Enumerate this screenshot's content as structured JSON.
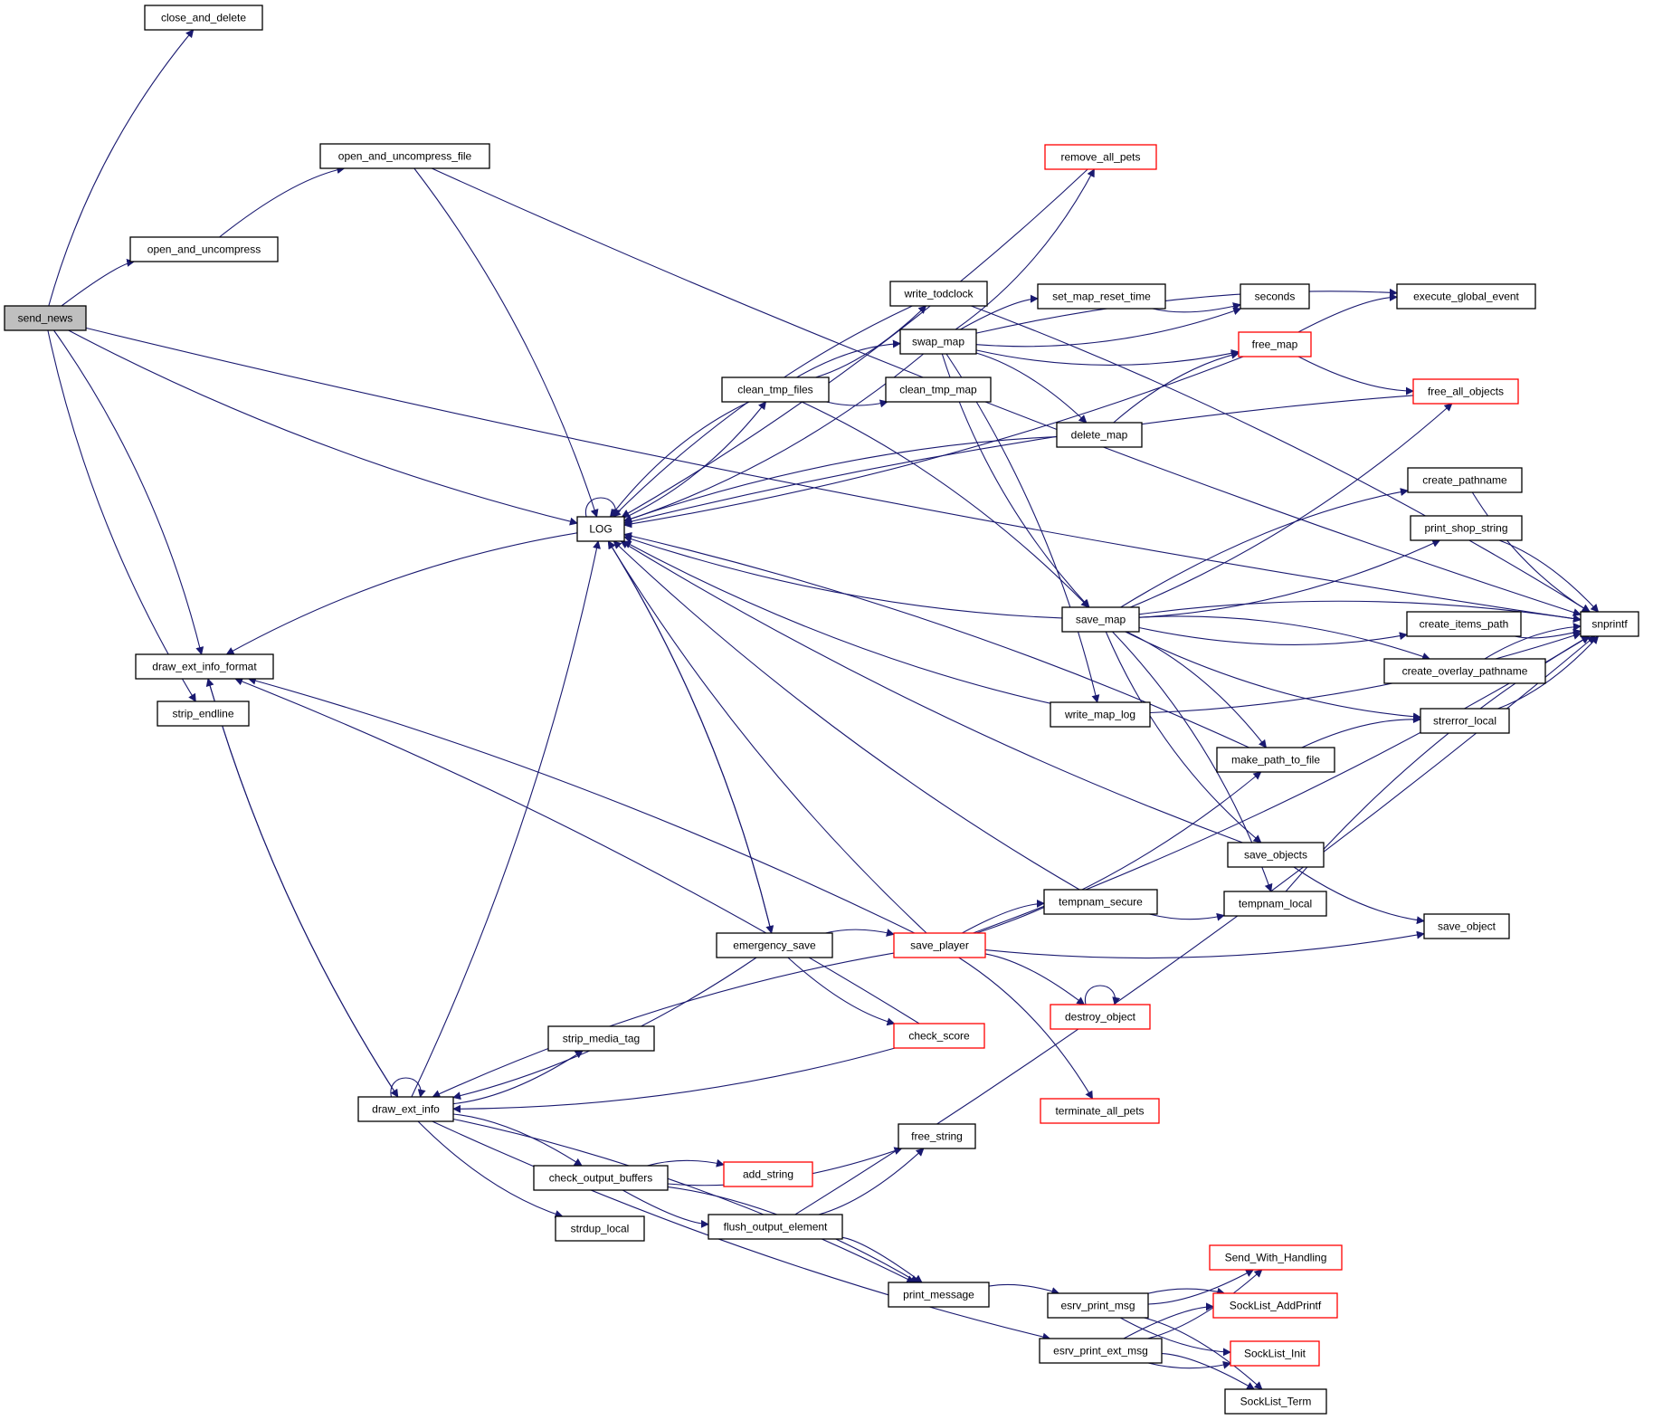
{
  "colors": {
    "edge": "#191970",
    "border_normal": "#000000",
    "border_truncated": "#ff0000",
    "root_fill": "#bfbfbf",
    "fill": "#ffffff"
  },
  "nodes": [
    {
      "id": "send_news",
      "label": "send_news",
      "root": true
    },
    {
      "id": "close_and_delete",
      "label": "close_and_delete"
    },
    {
      "id": "open_and_uncompress",
      "label": "open_and_uncompress"
    },
    {
      "id": "open_and_uncompress_file",
      "label": "open_and_uncompress_file"
    },
    {
      "id": "draw_ext_info_format",
      "label": "draw_ext_info_format"
    },
    {
      "id": "strip_endline",
      "label": "strip_endline"
    },
    {
      "id": "draw_ext_info",
      "label": "draw_ext_info"
    },
    {
      "id": "LOG",
      "label": "LOG"
    },
    {
      "id": "remove_all_pets",
      "label": "remove_all_pets",
      "truncated": true
    },
    {
      "id": "write_todclock",
      "label": "write_todclock"
    },
    {
      "id": "swap_map",
      "label": "swap_map"
    },
    {
      "id": "clean_tmp_files",
      "label": "clean_tmp_files"
    },
    {
      "id": "clean_tmp_map",
      "label": "clean_tmp_map"
    },
    {
      "id": "set_map_reset_time",
      "label": "set_map_reset_time"
    },
    {
      "id": "seconds",
      "label": "seconds"
    },
    {
      "id": "execute_global_event",
      "label": "execute_global_event"
    },
    {
      "id": "free_map",
      "label": "free_map",
      "truncated": true
    },
    {
      "id": "free_all_objects",
      "label": "free_all_objects",
      "truncated": true
    },
    {
      "id": "delete_map",
      "label": "delete_map"
    },
    {
      "id": "create_pathname",
      "label": "create_pathname"
    },
    {
      "id": "print_shop_string",
      "label": "print_shop_string"
    },
    {
      "id": "snprintf",
      "label": "snprintf"
    },
    {
      "id": "save_map",
      "label": "save_map"
    },
    {
      "id": "create_items_path",
      "label": "create_items_path"
    },
    {
      "id": "create_overlay_pathname",
      "label": "create_overlay_pathname"
    },
    {
      "id": "write_map_log",
      "label": "write_map_log"
    },
    {
      "id": "strerror_local",
      "label": "strerror_local"
    },
    {
      "id": "make_path_to_file",
      "label": "make_path_to_file"
    },
    {
      "id": "save_objects",
      "label": "save_objects"
    },
    {
      "id": "tempnam_secure",
      "label": "tempnam_secure"
    },
    {
      "id": "tempnam_local",
      "label": "tempnam_local"
    },
    {
      "id": "emergency_save",
      "label": "emergency_save"
    },
    {
      "id": "save_player",
      "label": "save_player",
      "truncated": true
    },
    {
      "id": "save_object",
      "label": "save_object"
    },
    {
      "id": "destroy_object",
      "label": "destroy_object",
      "truncated": true
    },
    {
      "id": "check_score",
      "label": "check_score",
      "truncated": true
    },
    {
      "id": "strip_media_tag",
      "label": "strip_media_tag"
    },
    {
      "id": "terminate_all_pets",
      "label": "terminate_all_pets",
      "truncated": true
    },
    {
      "id": "free_string",
      "label": "free_string"
    },
    {
      "id": "check_output_buffers",
      "label": "check_output_buffers"
    },
    {
      "id": "add_string",
      "label": "add_string",
      "truncated": true
    },
    {
      "id": "strdup_local",
      "label": "strdup_local"
    },
    {
      "id": "flush_output_element",
      "label": "flush_output_element"
    },
    {
      "id": "print_message",
      "label": "print_message"
    },
    {
      "id": "esrv_print_msg",
      "label": "esrv_print_msg"
    },
    {
      "id": "esrv_print_ext_msg",
      "label": "esrv_print_ext_msg"
    },
    {
      "id": "Send_With_Handling",
      "label": "Send_With_Handling",
      "truncated": true
    },
    {
      "id": "SockList_AddPrintf",
      "label": "SockList_AddPrintf",
      "truncated": true
    },
    {
      "id": "SockList_Init",
      "label": "SockList_Init",
      "truncated": true
    },
    {
      "id": "SockList_Term",
      "label": "SockList_Term"
    }
  ],
  "edges": [
    [
      "send_news",
      "close_and_delete"
    ],
    [
      "send_news",
      "snprintf"
    ],
    [
      "send_news",
      "open_and_uncompress"
    ],
    [
      "send_news",
      "LOG"
    ],
    [
      "send_news",
      "draw_ext_info_format"
    ],
    [
      "send_news",
      "strip_endline"
    ],
    [
      "open_and_uncompress",
      "open_and_uncompress_file"
    ],
    [
      "open_and_uncompress_file",
      "snprintf"
    ],
    [
      "open_and_uncompress_file",
      "LOG"
    ],
    [
      "draw_ext_info_format",
      "draw_ext_info"
    ],
    [
      "draw_ext_info",
      "draw_ext_info"
    ],
    [
      "draw_ext_info",
      "LOG"
    ],
    [
      "draw_ext_info",
      "draw_ext_info_format"
    ],
    [
      "draw_ext_info",
      "strip_media_tag"
    ],
    [
      "draw_ext_info",
      "check_output_buffers"
    ],
    [
      "draw_ext_info",
      "strdup_local"
    ],
    [
      "draw_ext_info",
      "print_message"
    ],
    [
      "draw_ext_info",
      "esrv_print_ext_msg"
    ],
    [
      "LOG",
      "LOG"
    ],
    [
      "LOG",
      "clean_tmp_files"
    ],
    [
      "LOG",
      "emergency_save"
    ],
    [
      "LOG",
      "draw_ext_info_format"
    ],
    [
      "remove_all_pets",
      "LOG"
    ],
    [
      "write_todclock",
      "LOG"
    ],
    [
      "write_todclock",
      "snprintf"
    ],
    [
      "clean_tmp_files",
      "write_todclock"
    ],
    [
      "clean_tmp_files",
      "swap_map"
    ],
    [
      "clean_tmp_files",
      "clean_tmp_map"
    ],
    [
      "clean_tmp_files",
      "save_map"
    ],
    [
      "clean_tmp_files",
      "LOG"
    ],
    [
      "swap_map",
      "LOG"
    ],
    [
      "swap_map",
      "remove_all_pets"
    ],
    [
      "swap_map",
      "set_map_reset_time"
    ],
    [
      "swap_map",
      "seconds"
    ],
    [
      "swap_map",
      "execute_global_event"
    ],
    [
      "swap_map",
      "free_map"
    ],
    [
      "swap_map",
      "delete_map"
    ],
    [
      "swap_map",
      "save_map"
    ],
    [
      "swap_map",
      "write_map_log"
    ],
    [
      "set_map_reset_time",
      "seconds"
    ],
    [
      "free_map",
      "execute_global_event"
    ],
    [
      "free_map",
      "free_all_objects"
    ],
    [
      "free_map",
      "LOG"
    ],
    [
      "free_all_objects",
      "LOG"
    ],
    [
      "delete_map",
      "free_map"
    ],
    [
      "delete_map",
      "LOG"
    ],
    [
      "save_map",
      "LOG"
    ],
    [
      "save_map",
      "free_all_objects"
    ],
    [
      "save_map",
      "create_pathname"
    ],
    [
      "save_map",
      "print_shop_string"
    ],
    [
      "save_map",
      "snprintf"
    ],
    [
      "save_map",
      "create_items_path"
    ],
    [
      "save_map",
      "create_overlay_pathname"
    ],
    [
      "save_map",
      "strerror_local"
    ],
    [
      "save_map",
      "make_path_to_file"
    ],
    [
      "save_map",
      "save_objects"
    ],
    [
      "save_map",
      "tempnam_local"
    ],
    [
      "create_pathname",
      "snprintf"
    ],
    [
      "print_shop_string",
      "snprintf"
    ],
    [
      "create_items_path",
      "snprintf"
    ],
    [
      "create_overlay_pathname",
      "snprintf"
    ],
    [
      "strerror_local",
      "snprintf"
    ],
    [
      "make_path_to_file",
      "strerror_local"
    ],
    [
      "make_path_to_file",
      "LOG"
    ],
    [
      "write_map_log",
      "LOG"
    ],
    [
      "write_map_log",
      "snprintf"
    ],
    [
      "save_objects",
      "LOG"
    ],
    [
      "save_objects",
      "save_object"
    ],
    [
      "tempnam_secure",
      "LOG"
    ],
    [
      "tempnam_secure",
      "tempnam_local"
    ],
    [
      "tempnam_local",
      "snprintf"
    ],
    [
      "emergency_save",
      "LOG"
    ],
    [
      "emergency_save",
      "save_player"
    ],
    [
      "emergency_save",
      "check_score"
    ],
    [
      "emergency_save",
      "draw_ext_info"
    ],
    [
      "save_player",
      "draw_ext_info_format"
    ],
    [
      "save_player",
      "LOG"
    ],
    [
      "save_player",
      "make_path_to_file"
    ],
    [
      "save_player",
      "tempnam_secure"
    ],
    [
      "save_player",
      "save_object"
    ],
    [
      "save_player",
      "destroy_object"
    ],
    [
      "save_player",
      "snprintf"
    ],
    [
      "save_player",
      "terminate_all_pets"
    ],
    [
      "save_player",
      "draw_ext_info"
    ],
    [
      "destroy_object",
      "destroy_object"
    ],
    [
      "check_score",
      "draw_ext_info_format"
    ],
    [
      "check_score",
      "draw_ext_info"
    ],
    [
      "check_output_buffers",
      "free_string"
    ],
    [
      "check_output_buffers",
      "add_string"
    ],
    [
      "check_output_buffers",
      "flush_output_element"
    ],
    [
      "check_output_buffers",
      "print_message"
    ],
    [
      "flush_output_element",
      "free_string"
    ],
    [
      "flush_output_element",
      "print_message"
    ],
    [
      "flush_output_element",
      "snprintf"
    ],
    [
      "print_message",
      "esrv_print_msg"
    ],
    [
      "esrv_print_msg",
      "Send_With_Handling"
    ],
    [
      "esrv_print_msg",
      "SockList_AddPrintf"
    ],
    [
      "esrv_print_msg",
      "SockList_Init"
    ],
    [
      "esrv_print_msg",
      "SockList_Term"
    ],
    [
      "esrv_print_ext_msg",
      "Send_With_Handling"
    ],
    [
      "esrv_print_ext_msg",
      "SockList_AddPrintf"
    ],
    [
      "esrv_print_ext_msg",
      "SockList_Init"
    ],
    [
      "esrv_print_ext_msg",
      "SockList_Term"
    ]
  ]
}
